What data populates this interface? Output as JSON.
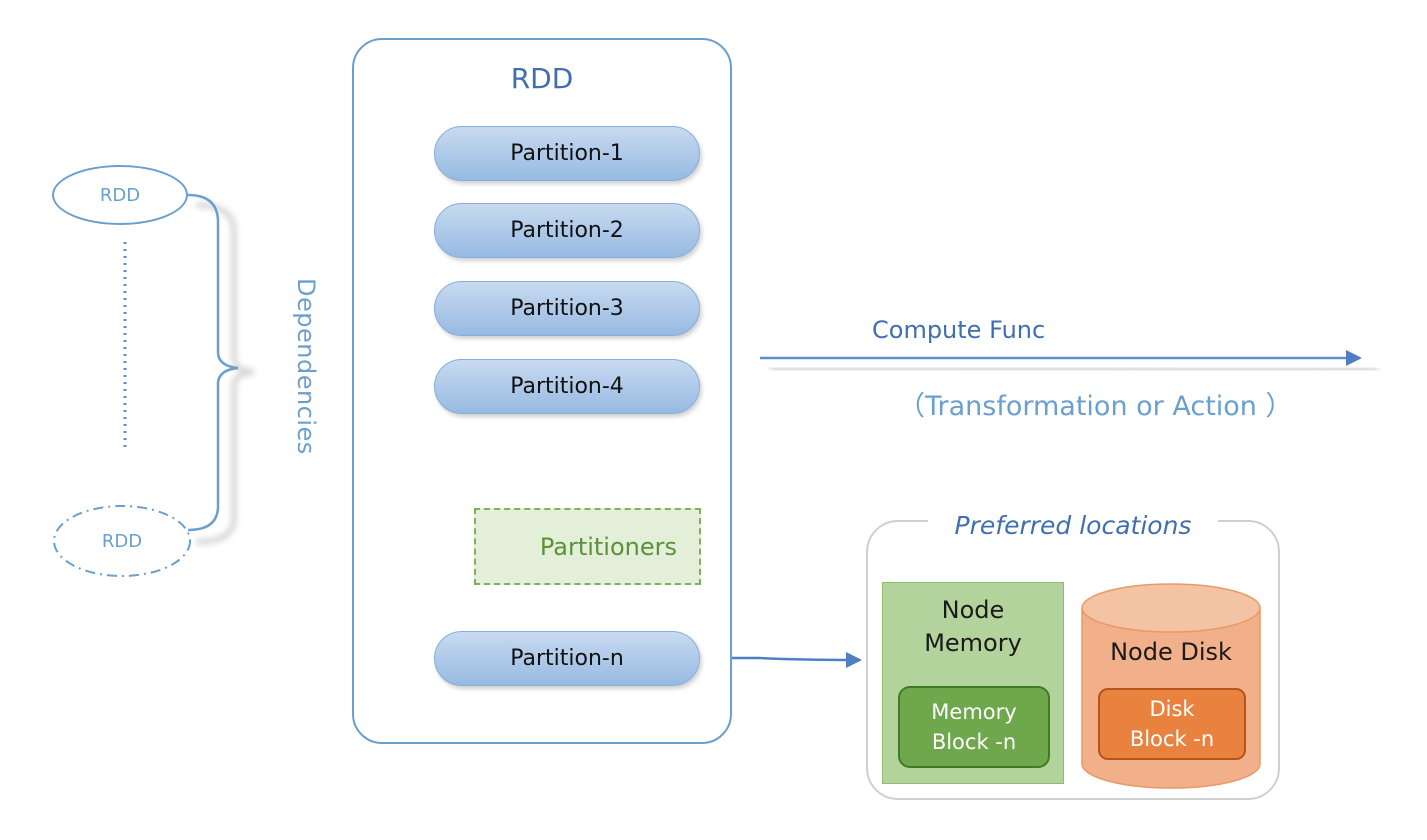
{
  "rdd": {
    "title": "RDD",
    "partitions": [
      "Partition-1",
      "Partition-2",
      "Partition-3",
      "Partition-4"
    ],
    "partition_n": "Partition-n",
    "partitioners": "Partitioners"
  },
  "dependencies": {
    "label": "Dependencies",
    "top_rdd": "RDD",
    "bottom_rdd": "RDD"
  },
  "compute": {
    "label": "Compute Func",
    "sublabel": "（Transformation or Action ）"
  },
  "preferred": {
    "title": "Preferred locations",
    "node_memory_line1": "Node",
    "node_memory_line2": "Memory",
    "memory_block_line1": "Memory",
    "memory_block_line2": "Block -n",
    "node_disk": "Node Disk",
    "disk_block_line1": "Disk",
    "disk_block_line2": "Block -n"
  },
  "colors": {
    "rdd_border": "#6a9fd0",
    "partition_fill": "#a9c6e8",
    "partitioners_green": "#7fb15a",
    "memory_green": "#6fa84c",
    "disk_orange": "#e9823f",
    "cylinder_fill": "#f2b08a"
  }
}
